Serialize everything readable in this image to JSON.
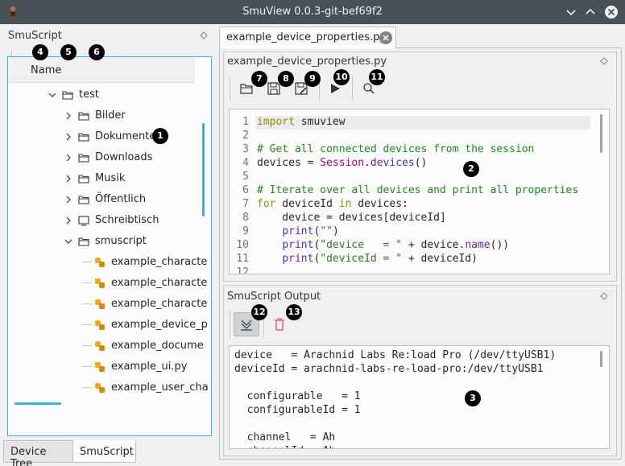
{
  "window": {
    "title": "SmuView 0.0.3-git-bef69f2"
  },
  "smuscript_dock": {
    "title": "SmuScript",
    "tree": {
      "column_header": "Name",
      "items": [
        {
          "label": "test",
          "icon": "folder-icon",
          "depth": 0,
          "expanded": true
        },
        {
          "label": "Bilder",
          "icon": "folder-icon",
          "depth": 1,
          "expanded": false
        },
        {
          "label": "Dokumente",
          "icon": "folder-icon",
          "depth": 1,
          "expanded": false
        },
        {
          "label": "Downloads",
          "icon": "folder-icon",
          "depth": 1,
          "expanded": false
        },
        {
          "label": "Musik",
          "icon": "folder-icon",
          "depth": 1,
          "expanded": false
        },
        {
          "label": "Öffentlich",
          "icon": "folder-icon",
          "depth": 1,
          "expanded": false
        },
        {
          "label": "Schreibtisch",
          "icon": "desktop-icon",
          "depth": 1,
          "expanded": false
        },
        {
          "label": "smuscript",
          "icon": "folder-icon",
          "depth": 1,
          "expanded": true
        },
        {
          "label": "example_characte",
          "icon": "python-file-icon",
          "depth": 2
        },
        {
          "label": "example_characte",
          "icon": "python-file-icon",
          "depth": 2
        },
        {
          "label": "example_characte",
          "icon": "python-file-icon",
          "depth": 2
        },
        {
          "label": "example_device_p",
          "icon": "python-file-icon",
          "depth": 2
        },
        {
          "label": "example_docume",
          "icon": "python-file-icon",
          "depth": 2
        },
        {
          "label": "example_ui.py",
          "icon": "python-file-icon",
          "depth": 2
        },
        {
          "label": "example_user_cha",
          "icon": "python-file-icon",
          "depth": 2
        }
      ]
    }
  },
  "bottom_tabs": [
    {
      "label": "Device Tree",
      "active": false
    },
    {
      "label": "SmuScript",
      "active": true
    }
  ],
  "editor_tab": {
    "label": "example_device_properties.py"
  },
  "editor_panel": {
    "title": "example_device_properties.py"
  },
  "code_lines": [
    {
      "n": "1",
      "t": "import smuview"
    },
    {
      "n": "2",
      "t": ""
    },
    {
      "n": "3",
      "t": "# Get all connected devices from the session"
    },
    {
      "n": "4",
      "t": "devices = Session.devices()"
    },
    {
      "n": "5",
      "t": ""
    },
    {
      "n": "6",
      "t": "# Iterate over all devices and print all properties"
    },
    {
      "n": "7",
      "t": "for deviceId in devices:"
    },
    {
      "n": "8",
      "t": "    device = devices[deviceId]"
    },
    {
      "n": "9",
      "t": "    print(\"\")"
    },
    {
      "n": "10",
      "t": "    print(\"device   = \" + device.name())"
    },
    {
      "n": "11",
      "t": "    print(\"deviceId = \" + deviceId)"
    },
    {
      "n": "12",
      "t": ""
    }
  ],
  "output_panel": {
    "title": "SmuScript Output",
    "lines": [
      "device   = Arachnid Labs Re:load Pro (/dev/ttyUSB1)",
      "deviceId = arachnid-labs-re-load-pro:/dev/ttyUSB1",
      "",
      "  configurable   = 1",
      "  configurableId = 1",
      "",
      "  channel   = Ah",
      "  channelId = Ah"
    ]
  },
  "badges": [
    "1",
    "2",
    "3",
    "4",
    "5",
    "6",
    "7",
    "8",
    "9",
    "10",
    "11",
    "12",
    "13"
  ],
  "colors": {
    "accent": "#3daee9",
    "titlebar": "#475057",
    "python_icon": "#f5a623",
    "clear_icon": "#da4453"
  }
}
